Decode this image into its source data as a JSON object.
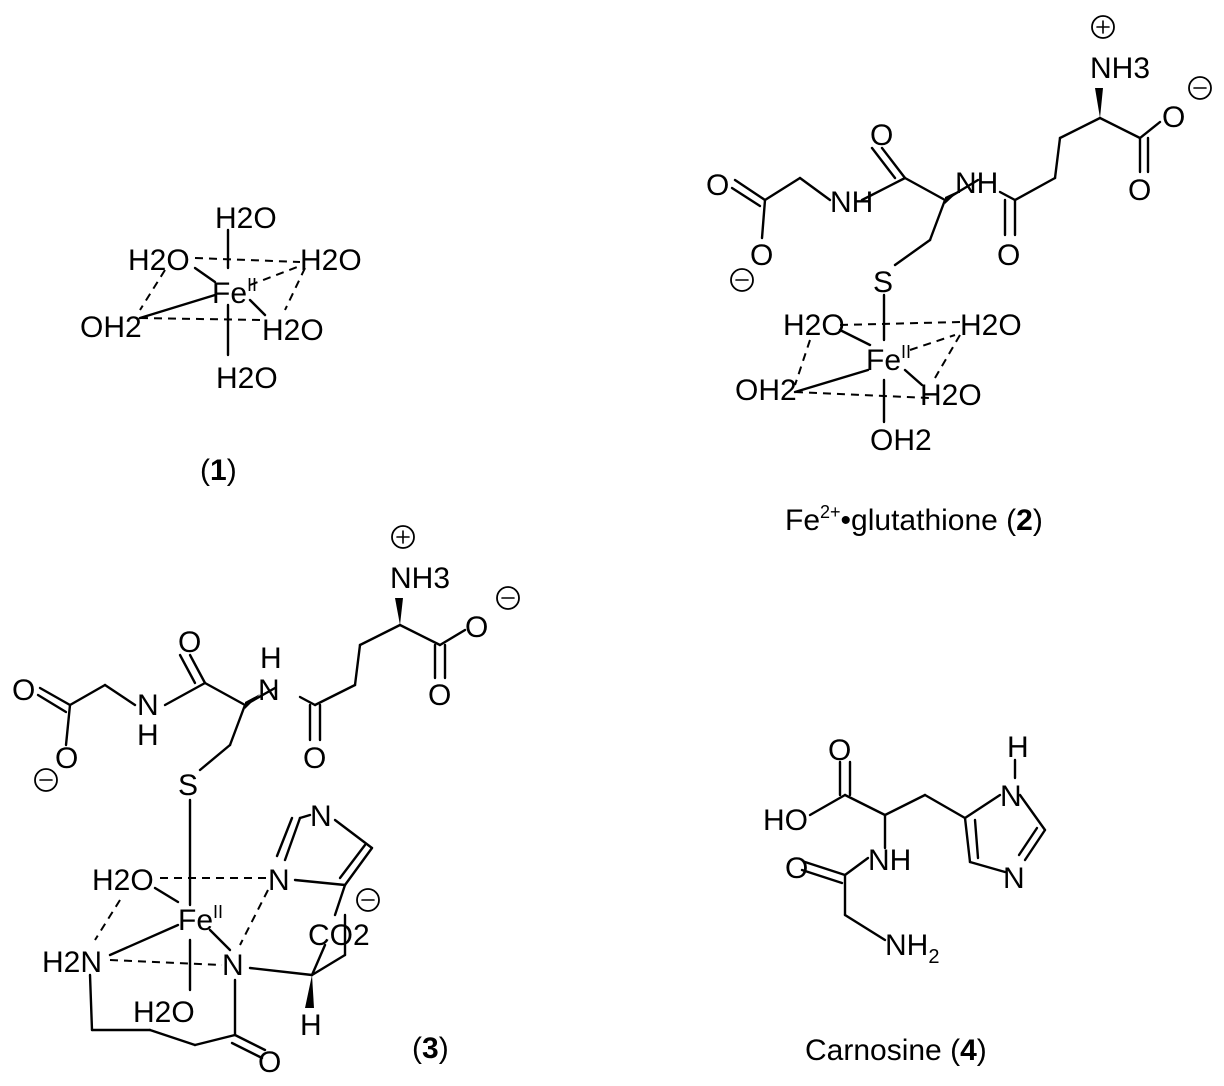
{
  "structures": {
    "s1": {
      "axial_top": "H2O",
      "back_left": "H2O",
      "back_right": "H2O",
      "front_left": "OH2",
      "front_right": "H2O",
      "axial_bottom": "H2O",
      "metal": "Fe",
      "oxidation": "II",
      "caption_pre": "(",
      "caption_num": "1",
      "caption_post": ")"
    },
    "s2": {
      "ammonium": "NH3",
      "carboxylate_o": "O",
      "carbonyl_o1": "O",
      "carbonyl_o2": "O",
      "carbonyl_o3": "O",
      "gly_o_double": "O",
      "gly_o_single": "O",
      "nh1": "NH",
      "nh2": "NH",
      "sulfur": "S",
      "back_left": "H2O",
      "back_right": "H2O",
      "front_left": "OH2",
      "front_right": "H2O",
      "axial_bottom": "OH2",
      "metal": "Fe",
      "oxidation": "II",
      "caption_pre": "Fe",
      "caption_sup": "2+",
      "caption_mid": "•glutathione (",
      "caption_num": "2",
      "caption_post": ")"
    },
    "s3": {
      "ammonium": "NH3",
      "sulfur": "S",
      "water_top": "H2O",
      "water_bottom": "H2O",
      "amine": "H2N",
      "imid_n_top": "N",
      "imid_n_coord": "N",
      "amide_n": "N",
      "carboxylate": "CO2",
      "hydrogen": "H",
      "carbonyl_o": "O",
      "metal": "Fe",
      "oxidation": "II",
      "caption_pre": "(",
      "caption_num": "3",
      "caption_post": ")"
    },
    "s4": {
      "acid": "HO",
      "acid_o": "O",
      "amide_o": "O",
      "nh": "NH",
      "amine": "NH2",
      "imid_h": "H",
      "imid_n1": "N",
      "imid_n2": "N",
      "caption_pre": "Carnosine (",
      "caption_num": "4",
      "caption_post": ")"
    }
  }
}
